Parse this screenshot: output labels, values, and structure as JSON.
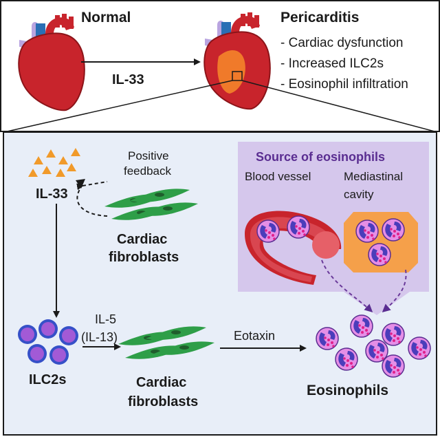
{
  "top": {
    "normal_label": "Normal",
    "arrow_label": "IL-33",
    "pericarditis_label": "Pericarditis",
    "findings": [
      "- Cardiac dysfunction",
      "- Increased ILC2s",
      "- Eosinophil infiltration"
    ]
  },
  "bottom": {
    "il33_label": "IL-33",
    "feedback_line1": "Positive",
    "feedback_line2": "feedback",
    "fibroblasts_top_line1": "Cardiac",
    "fibroblasts_top_line2": "fibroblasts",
    "ilc2_label": "ILC2s",
    "il5_line1": "IL-5",
    "il5_line2": "(IL-13)",
    "fibroblasts_bottom_line1": "Cardiac",
    "fibroblasts_bottom_line2": "fibroblasts",
    "eotaxin_label": "Eotaxin",
    "eosinophils_label": "Eosinophils",
    "source": {
      "title": "Source of eosinophils",
      "blood_vessel": "Blood vessel",
      "mediastinal_line1": "Mediastinal",
      "mediastinal_line2": "cavity"
    }
  },
  "colors": {
    "heart_red": "#c8242c",
    "vessel_blue": "#2a6fb5",
    "vessel_lavender": "#b9a4e0",
    "inflamed_orange": "#f07a2a",
    "panel_bg": "#e8eef8",
    "source_bg": "#d5c7ec",
    "source_title": "#5a2d91",
    "fibroblast_green": "#2e9e48",
    "ilc2_blue": "#3650c8",
    "ilc2_purple": "#a25ad6",
    "eosinophil_pink": "#e58ee6",
    "eosinophil_granule": "#e0208a",
    "il33_orange": "#f19a2a",
    "arrow_purple": "#6a3a9a"
  }
}
